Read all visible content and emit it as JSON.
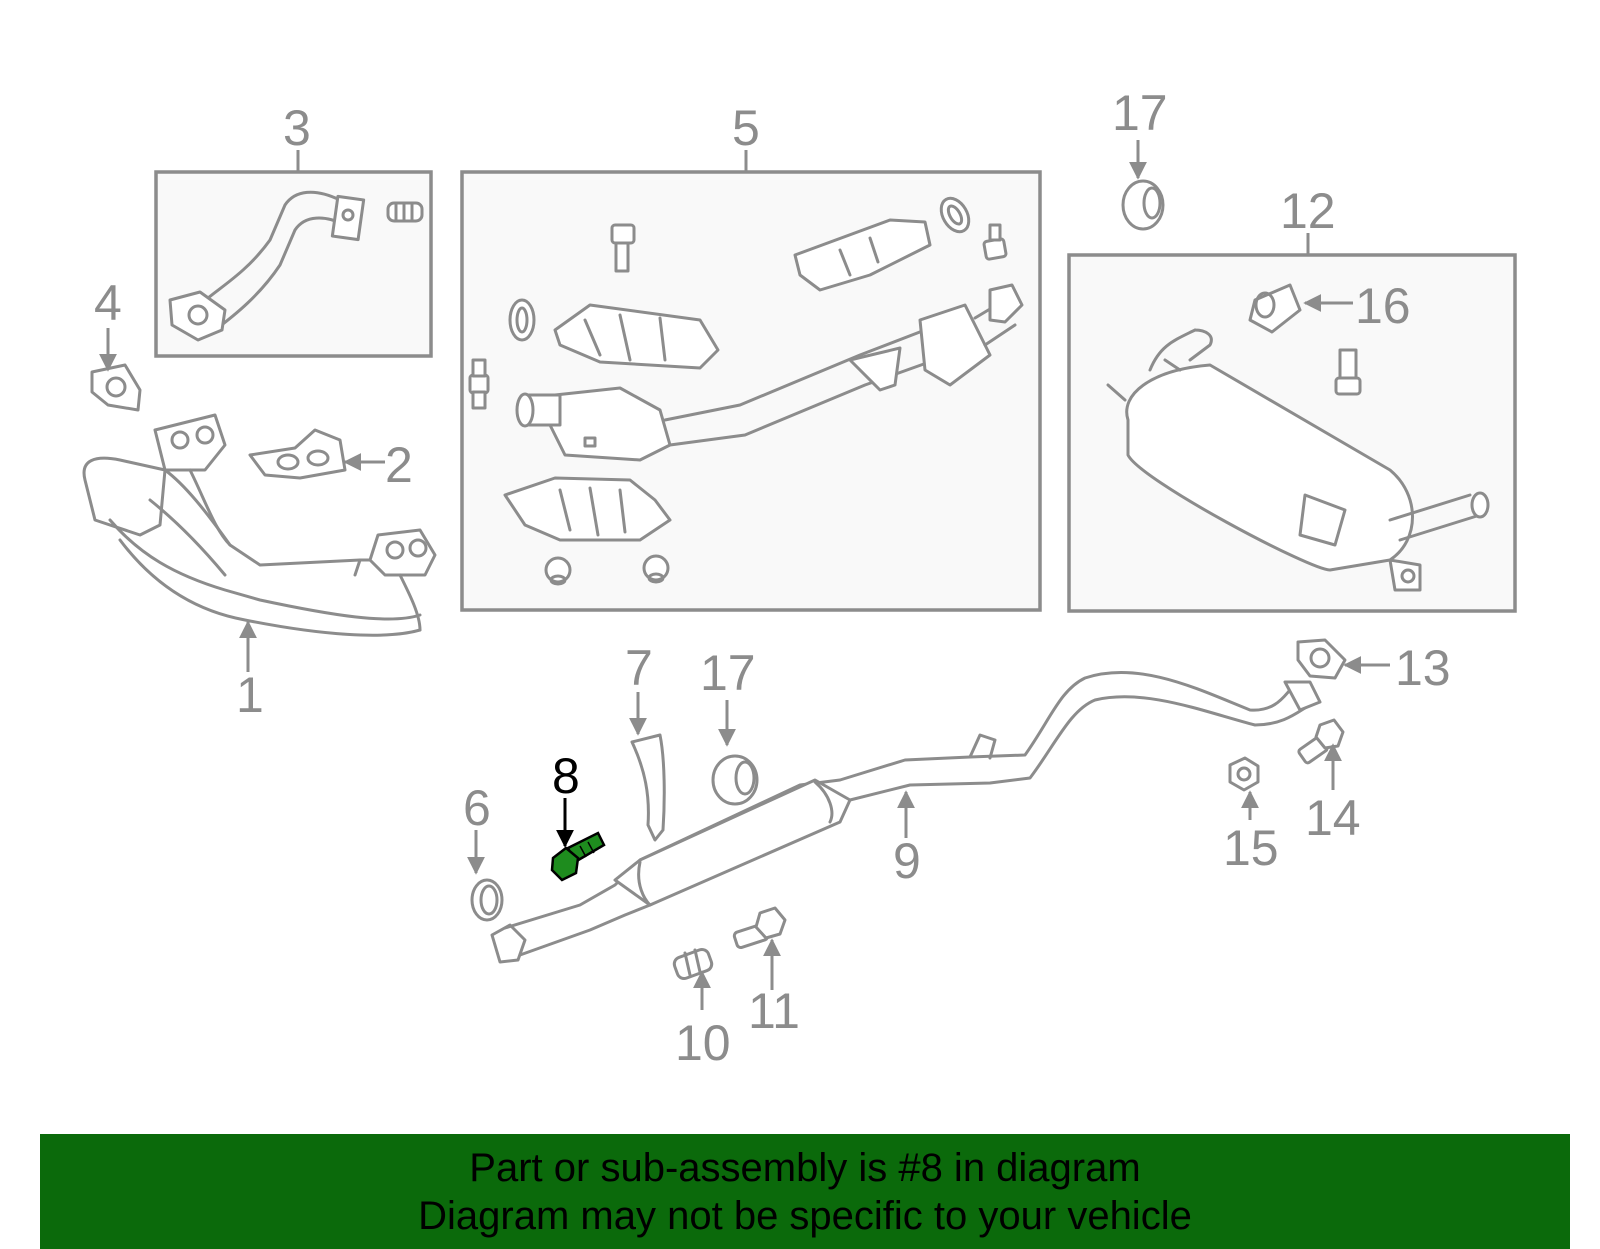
{
  "callouts": {
    "c1": "1",
    "c2": "2",
    "c3": "3",
    "c4": "4",
    "c5": "5",
    "c6": "6",
    "c7": "7",
    "c8": "8",
    "c9": "9",
    "c10": "10",
    "c11": "11",
    "c12": "12",
    "c13": "13",
    "c14": "14",
    "c15": "15",
    "c16": "16",
    "c17a": "17",
    "c17b": "17"
  },
  "highlighted_part": "8",
  "colors": {
    "line": "#8c8c8c",
    "highlight": "#1e8c1e",
    "banner": "#0b6a0b"
  },
  "banner": {
    "line1": "Part or sub-assembly is #8 in diagram",
    "line2": "Diagram may not be specific to your vehicle"
  }
}
